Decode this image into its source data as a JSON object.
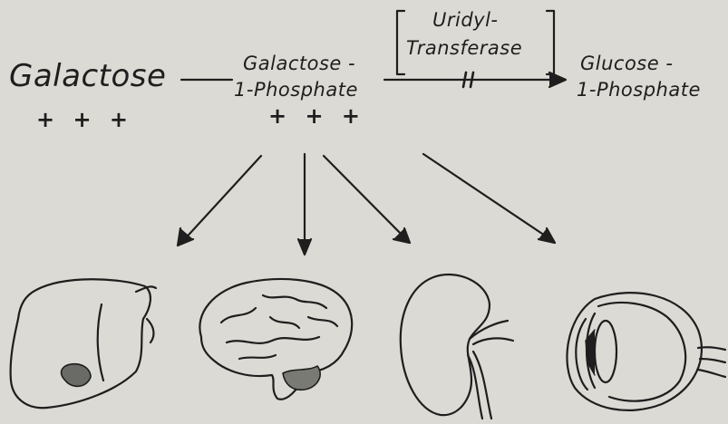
{
  "colors": {
    "background": "#dcdad4",
    "ink": "#1e1e1e"
  },
  "pathway": {
    "substrate": "Galactose",
    "substrate_level": "+ + +",
    "intermediate_line1": "Galactose -",
    "intermediate_line2": "1-Phosphate",
    "intermediate_level": "+ + +",
    "enzyme_line1": "Uridyl-",
    "enzyme_line2": "Transferase",
    "block_mark": "||",
    "product_line1": "Glucose -",
    "product_line2": "1-Phosphate"
  },
  "organs": [
    {
      "icon": "liver-icon"
    },
    {
      "icon": "brain-icon"
    },
    {
      "icon": "kidney-icon"
    },
    {
      "icon": "eye-icon"
    }
  ]
}
